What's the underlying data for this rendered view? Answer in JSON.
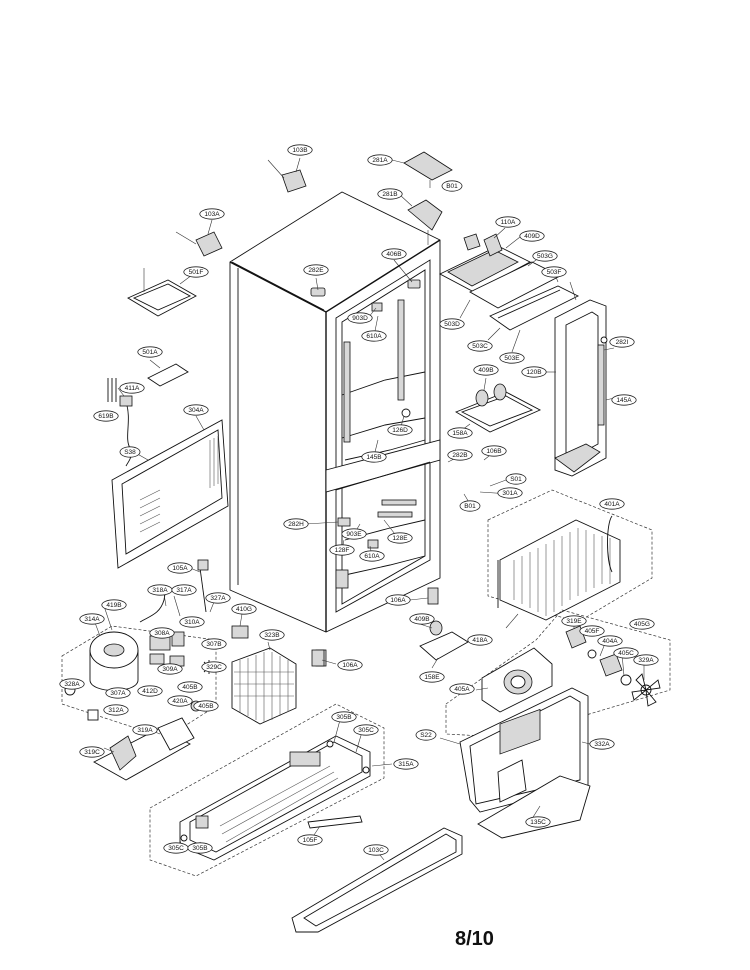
{
  "page_number": "8/10",
  "parts": [
    {
      "id": "103B"
    },
    {
      "id": "281A"
    },
    {
      "id": "B01"
    },
    {
      "id": "281B"
    },
    {
      "id": "103A"
    },
    {
      "id": "110A"
    },
    {
      "id": "409D"
    },
    {
      "id": "503G"
    },
    {
      "id": "406B"
    },
    {
      "id": "282E"
    },
    {
      "id": "501F"
    },
    {
      "id": "503F"
    },
    {
      "id": "903D"
    },
    {
      "id": "503D"
    },
    {
      "id": "610A"
    },
    {
      "id": "282I"
    },
    {
      "id": "503C"
    },
    {
      "id": "503E"
    },
    {
      "id": "501A"
    },
    {
      "id": "120B"
    },
    {
      "id": "409B"
    },
    {
      "id": "411A"
    },
    {
      "id": "145A"
    },
    {
      "id": "619B"
    },
    {
      "id": "304A"
    },
    {
      "id": "158A"
    },
    {
      "id": "126D"
    },
    {
      "id": "S38"
    },
    {
      "id": "145B"
    },
    {
      "id": "282B"
    },
    {
      "id": "106B"
    },
    {
      "id": "S01"
    },
    {
      "id": "301A"
    },
    {
      "id": "B01"
    },
    {
      "id": "401A"
    },
    {
      "id": "282H"
    },
    {
      "id": "903E"
    },
    {
      "id": "128E"
    },
    {
      "id": "128F"
    },
    {
      "id": "610A"
    },
    {
      "id": "105A"
    },
    {
      "id": "318A"
    },
    {
      "id": "317A"
    },
    {
      "id": "327A"
    },
    {
      "id": "106A"
    },
    {
      "id": "419B"
    },
    {
      "id": "410G"
    },
    {
      "id": "314A"
    },
    {
      "id": "310A"
    },
    {
      "id": "308A"
    },
    {
      "id": "323B"
    },
    {
      "id": "307B"
    },
    {
      "id": "409B"
    },
    {
      "id": "418A"
    },
    {
      "id": "319E"
    },
    {
      "id": "405F"
    },
    {
      "id": "405G"
    },
    {
      "id": "404A"
    },
    {
      "id": "405C"
    },
    {
      "id": "329A"
    },
    {
      "id": "309A"
    },
    {
      "id": "329C"
    },
    {
      "id": "106A"
    },
    {
      "id": "158E"
    },
    {
      "id": "328A"
    },
    {
      "id": "307A"
    },
    {
      "id": "412D"
    },
    {
      "id": "405B"
    },
    {
      "id": "405A"
    },
    {
      "id": "420A"
    },
    {
      "id": "312A"
    },
    {
      "id": "405B"
    },
    {
      "id": "319A"
    },
    {
      "id": "305B"
    },
    {
      "id": "305C"
    },
    {
      "id": "S22"
    },
    {
      "id": "332A"
    },
    {
      "id": "319C"
    },
    {
      "id": "315A"
    },
    {
      "id": "135C"
    },
    {
      "id": "105F"
    },
    {
      "id": "305C"
    },
    {
      "id": "305B"
    },
    {
      "id": "103C"
    }
  ]
}
